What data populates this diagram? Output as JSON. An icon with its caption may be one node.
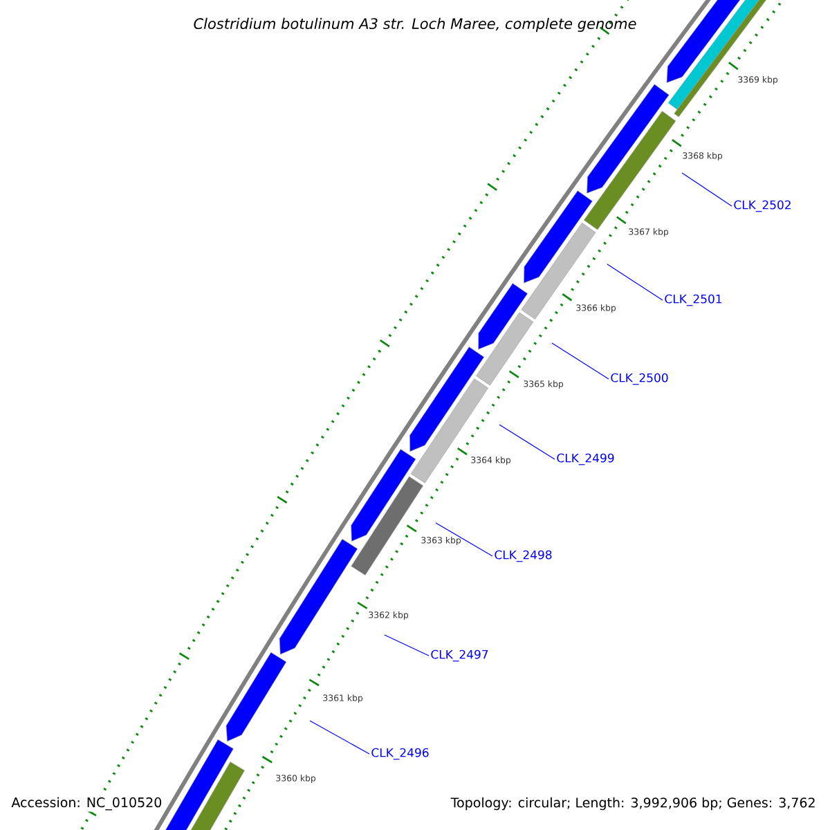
{
  "diagram": {
    "title": "Clostridium botulinum A3 str. Loch Maree, complete genome",
    "nodes": [
      {
        "text": [
          "CLK_2502"
        ]
      },
      {
        "text": [
          "CLK_2501"
        ]
      },
      {
        "text": [
          "CLK_2500"
        ]
      },
      {
        "text": [
          "CLK_2499"
        ]
      },
      {
        "text": [
          "CLK_2498"
        ]
      },
      {
        "text": [
          "CLK_2497"
        ]
      },
      {
        "text": [
          "CLK_2496"
        ]
      }
    ],
    "edges": [
      {
        "from": 0,
        "to": null,
        "arrow": "none"
      },
      {
        "from": 1,
        "to": null,
        "arrow": "none"
      },
      {
        "from": 2,
        "to": null,
        "arrow": "none"
      },
      {
        "from": 3,
        "to": null,
        "arrow": "none"
      },
      {
        "from": 4,
        "to": null,
        "arrow": "none"
      },
      {
        "from": 5,
        "to": null,
        "arrow": "none"
      },
      {
        "from": 6,
        "to": null,
        "arrow": "none"
      }
    ],
    "labels": [
      "3369 kbp",
      "3368 kbp",
      "3367 kbp",
      "3366 kbp",
      "3365 kbp",
      "3364 kbp",
      "3363 kbp",
      "3362 kbp",
      "3361 kbp",
      "3360 kbp",
      "Accession: NC_010520",
      "Topology: circular; Length: 3,992,906 bp; Genes: 3,762"
    ]
  }
}
